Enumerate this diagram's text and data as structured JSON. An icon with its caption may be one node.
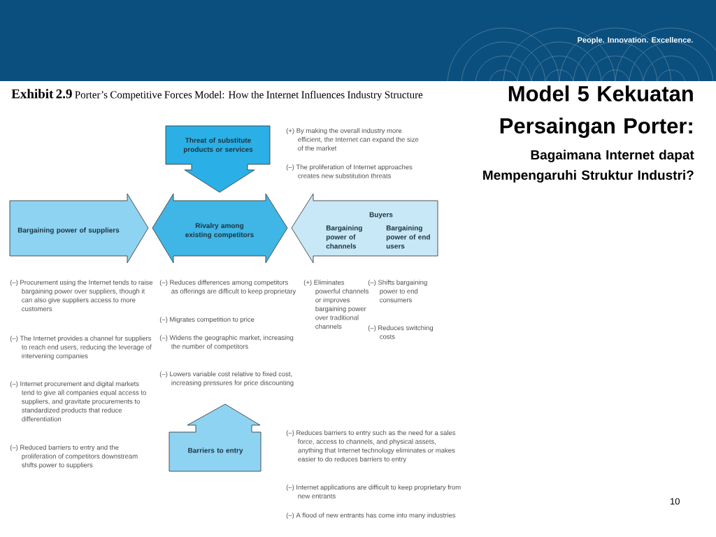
{
  "diagram": {
    "title": "Model 5 Kekuatan Persaingan Porter:",
    "nodes": [
      {
        "text": [
          "Threat of substitute products or services"
        ],
        "beside": [
          "(+) By making the overall industry more efficient, the Internet can expand the size of the market",
          "(–) The proliferation of Internet approaches creates new substitution threats"
        ]
      },
      {
        "text": [
          "Bargaining power of suppliers"
        ],
        "beside": [
          "(–) Procurement using the Internet tends to raise bargaining power over suppliers, though it can also give suppliers access to more customers",
          "(–) The Internet provides a channel for suppliers to reach end users, reducing the leverage of intervening companies",
          "(–) Internet procurement and digital markets tend to give all companies equal access to suppliers, and gravitate procurements to standardized products that reduce differentiation",
          "(–) Reduced barriers to entry and the proliferation of competitors downstream shifts power to suppliers"
        ]
      },
      {
        "text": [
          "Rivalry among existing competitors"
        ],
        "beside": [
          "(–) Reduces differences among competitors as offerings are difficult to keep proprietary",
          "(–) Migrates competition to price",
          "(–) Widens the geographic market, increasing the number of competitors",
          "(–) Lowers variable cost relative to fixed cost, increasing pressures for price discounting"
        ]
      },
      {
        "text": [
          "Buyers",
          "Bargaining power of channels",
          "Bargaining power of end users"
        ],
        "beside": [
          "(+) Eliminates powerful channels or improves bargaining power over traditional channels",
          "(–) Shifts bargaining power to end consumers",
          "(–) Reduces switching costs"
        ]
      },
      {
        "text": [
          "Barriers to entry"
        ],
        "beside": [
          "(–) Reduces barriers to entry such as the need for a sales force, access to channels, and physical assets, anything that Internet technology eliminates or makes easier to do reduces barriers to entry",
          "(–) Internet applications are difficult to keep proprietary from new entrants",
          "(–) A flood of new entrants has come into many industries"
        ]
      }
    ],
    "labels": [
      "Exhibit 2.9",
      "Porter’s Competitive Forces Model: How the Internet Influences Industry Structure",
      "People. Innovation. Excellence.",
      "Bagaimana Internet dapat Mempengaruhi Struktur Industri?",
      "10"
    ]
  }
}
